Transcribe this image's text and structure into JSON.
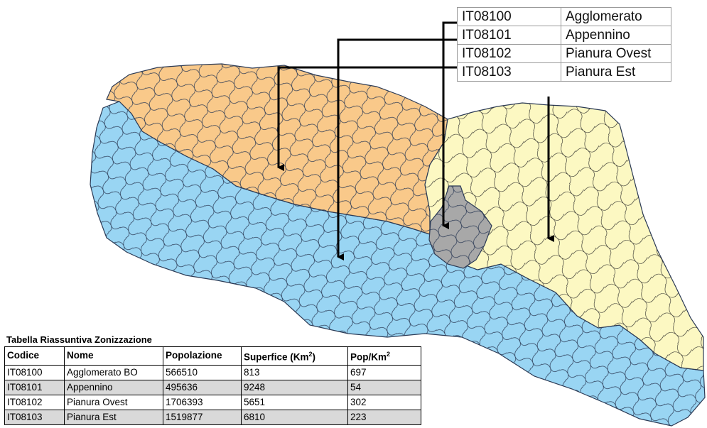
{
  "colors": {
    "agglomerato": "#a8a8a8",
    "appennino": "#99d5f3",
    "pianura_ovest": "#f9c98a",
    "pianura_est": "#fcf8c2",
    "border": "#2b3a55",
    "arrow": "#000000"
  },
  "legend": [
    {
      "code": "IT08100",
      "name": "Agglomerato"
    },
    {
      "code": "IT08101",
      "name": "Appennino"
    },
    {
      "code": "IT08102",
      "name": "Pianura Ovest"
    },
    {
      "code": "IT08103",
      "name": "Pianura Est"
    }
  ],
  "summary_table": {
    "title": "Tabella Riassuntiva Zonizzazione",
    "headers": {
      "codice": "Codice",
      "nome": "Nome",
      "popolazione": "Popolazione",
      "superfice": "Superfice (Km",
      "superfice_sup": "2",
      "superfice_close": ")",
      "pop_km": "Pop/Km",
      "pop_km_sup": "2"
    },
    "rows": [
      {
        "codice": "IT08100",
        "nome": "Agglomerato BO",
        "popolazione": "566510",
        "superfice": "813",
        "pop_km": "697"
      },
      {
        "codice": "IT08101",
        "nome": "Appennino",
        "popolazione": "495636",
        "superfice": "9248",
        "pop_km": "54"
      },
      {
        "codice": "IT08102",
        "nome": "Pianura Ovest",
        "popolazione": "1706393",
        "superfice": "5651",
        "pop_km": "302"
      },
      {
        "codice": "IT08103",
        "nome": "Pianura Est",
        "popolazione": "1519877",
        "superfice": "6810",
        "pop_km": "223"
      }
    ]
  }
}
